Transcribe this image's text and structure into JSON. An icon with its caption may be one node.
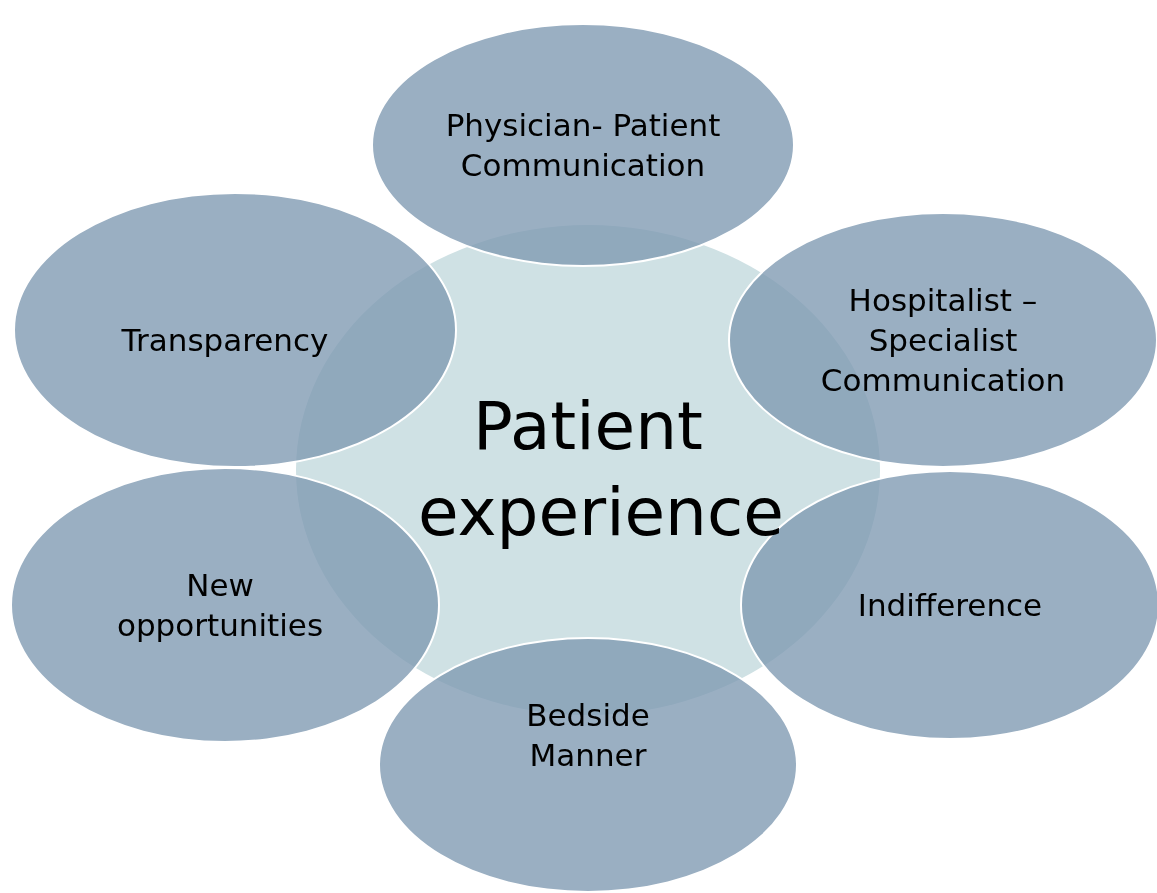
{
  "diagram": {
    "nodes": [
      {
        "text": [
          "Patient experience"
        ]
      },
      {
        "text": [
          "Physician- Patient Communication"
        ]
      },
      {
        "text": [
          "Hospitalist – Specialist Communication"
        ]
      },
      {
        "text": [
          "Indifference"
        ]
      },
      {
        "text": [
          "Bedside Manner"
        ]
      },
      {
        "text": [
          "New opportunities"
        ]
      },
      {
        "text": [
          "Transparency"
        ]
      }
    ]
  }
}
